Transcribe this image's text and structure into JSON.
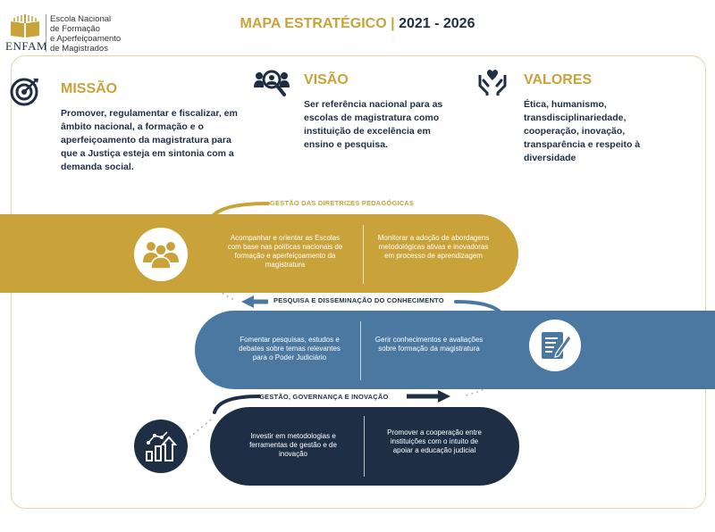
{
  "header": {
    "logo_lines": [
      "Escola Nacional",
      "de Formação",
      "e Aperfeiçoamento",
      "de Magistrados"
    ],
    "logo_word": "ENFAM",
    "title_left": "MAPA ESTRATÉGICO",
    "title_sep": "|",
    "title_right": "2021 - 2026"
  },
  "sections": {
    "missao": {
      "heading": "MISSÃO",
      "icon": "target-icon",
      "body": "Promover, regulamentar e fiscalizar, em âmbito nacional, a formação e o aperfeiçoamento da magistratura para que a Justiça esteja em sintonia com a demanda social."
    },
    "visao": {
      "heading": "VISÃO",
      "icon": "people-search-icon",
      "body": "Ser referência nacional para as escolas de magistratura como instituição de excelência em ensino e pesquisa."
    },
    "valores": {
      "heading": "VALORES",
      "icon": "hands-heart-icon",
      "body": "Ética, humanismo, transdisciplinariedade, cooperação, inovação, transparência e respeito à diversidade"
    }
  },
  "bands": {
    "gold": {
      "label": "GESTÃO DAS DIRETRIZES PEDAGÓGICAS",
      "left": "Acompanhar e orientar as Escolas com base nas políticas nacionais de formação e aperfeiçoamento da magistratura",
      "right": "Monitorar a adoção de abordagens metodológicas ativas e inovadoras em processo de aprendizagem",
      "icon": "group-icon"
    },
    "blue": {
      "label": "PESQUISA E DISSEMINAÇÃO DO CONHECIMENTO",
      "left": "Fomentar pesquisas, estudos e debates sobre temas relevantes para o Poder Judiciário",
      "right": "Gerir conhecimentos e avaliações sobre formação da magistratura",
      "icon": "document-pen-icon"
    },
    "navy": {
      "label": "GESTÃO, GOVERNANÇA E INOVAÇÃO",
      "left": "Investir em metodologias e ferramentas de gestão e de inovação",
      "right": "Promover a cooperação entre instituições com o intuito de apoiar a educação judicial",
      "icon": "growth-chart-icon"
    }
  },
  "colors": {
    "gold": "#c9a33a",
    "blue": "#4a78a1",
    "navy": "#1e2f45"
  }
}
